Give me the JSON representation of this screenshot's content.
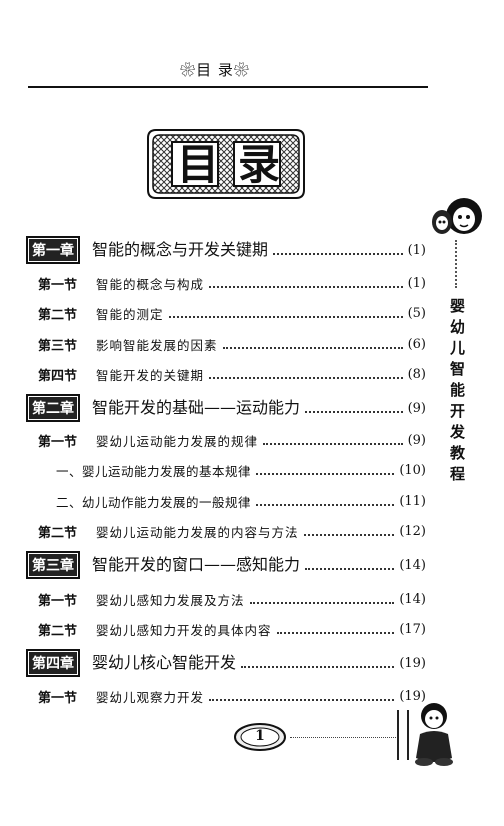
{
  "header": {
    "running_title": "❀目  录❀"
  },
  "title": {
    "chars": [
      "目",
      "录"
    ]
  },
  "toc": {
    "rows": [
      {
        "type": "chapter",
        "badge": "第一章",
        "title": "智能的概念与开发关键期",
        "page": "(1)"
      },
      {
        "type": "section",
        "no": "第一节",
        "title": "智能的概念与构成",
        "page": "(1)"
      },
      {
        "type": "section",
        "no": "第二节",
        "title": "智能的测定",
        "page": "(5)"
      },
      {
        "type": "section",
        "no": "第三节",
        "title": "影响智能发展的因素",
        "page": "(6)"
      },
      {
        "type": "section",
        "no": "第四节",
        "title": "智能开发的关键期",
        "page": "(8)"
      },
      {
        "type": "chapter",
        "badge": "第二章",
        "title": "智能开发的基础——运动能力",
        "page": "(9)"
      },
      {
        "type": "section",
        "no": "第一节",
        "title": "婴幼儿运动能力发展的规律",
        "page": "(9)"
      },
      {
        "type": "subsection",
        "title": "一、婴儿运动能力发展的基本规律",
        "page": "(10)"
      },
      {
        "type": "subsection",
        "title": "二、幼儿动作能力发展的一般规律",
        "page": "(11)"
      },
      {
        "type": "section",
        "no": "第二节",
        "title": "婴幼儿运动能力发展的内容与方法",
        "page": "(12)"
      },
      {
        "type": "chapter",
        "badge": "第三章",
        "title": "智能开发的窗口——感知能力",
        "page": "(14)"
      },
      {
        "type": "section",
        "no": "第一节",
        "title": "婴幼儿感知力发展及方法",
        "page": "(14)"
      },
      {
        "type": "section",
        "no": "第二节",
        "title": "婴幼儿感知力开发的具体内容",
        "page": "(17)"
      },
      {
        "type": "chapter",
        "badge": "第四章",
        "title": "婴幼儿核心智能开发",
        "page": "(19)"
      },
      {
        "type": "section",
        "no": "第一节",
        "title": "婴幼儿观察力开发",
        "page": "(19)"
      }
    ]
  },
  "side": {
    "book_title": "婴幼儿智能开发教程"
  },
  "footer": {
    "page_number": "1"
  }
}
